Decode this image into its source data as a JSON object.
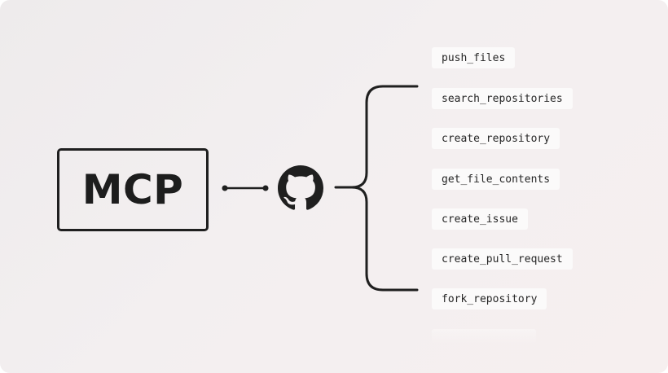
{
  "diagram": {
    "source_label": "MCP",
    "hub_icon": "github-icon",
    "tools": [
      {
        "label": "push_files"
      },
      {
        "label": "search_repositories"
      },
      {
        "label": "create_repository"
      },
      {
        "label": "get_file_contents"
      },
      {
        "label": "create_issue"
      },
      {
        "label": "create_pull_request"
      },
      {
        "label": "fork_repository"
      }
    ]
  },
  "colors": {
    "ink": "#1f1f1f",
    "background": "#f1edee",
    "chip_background": "#fbfafa"
  }
}
